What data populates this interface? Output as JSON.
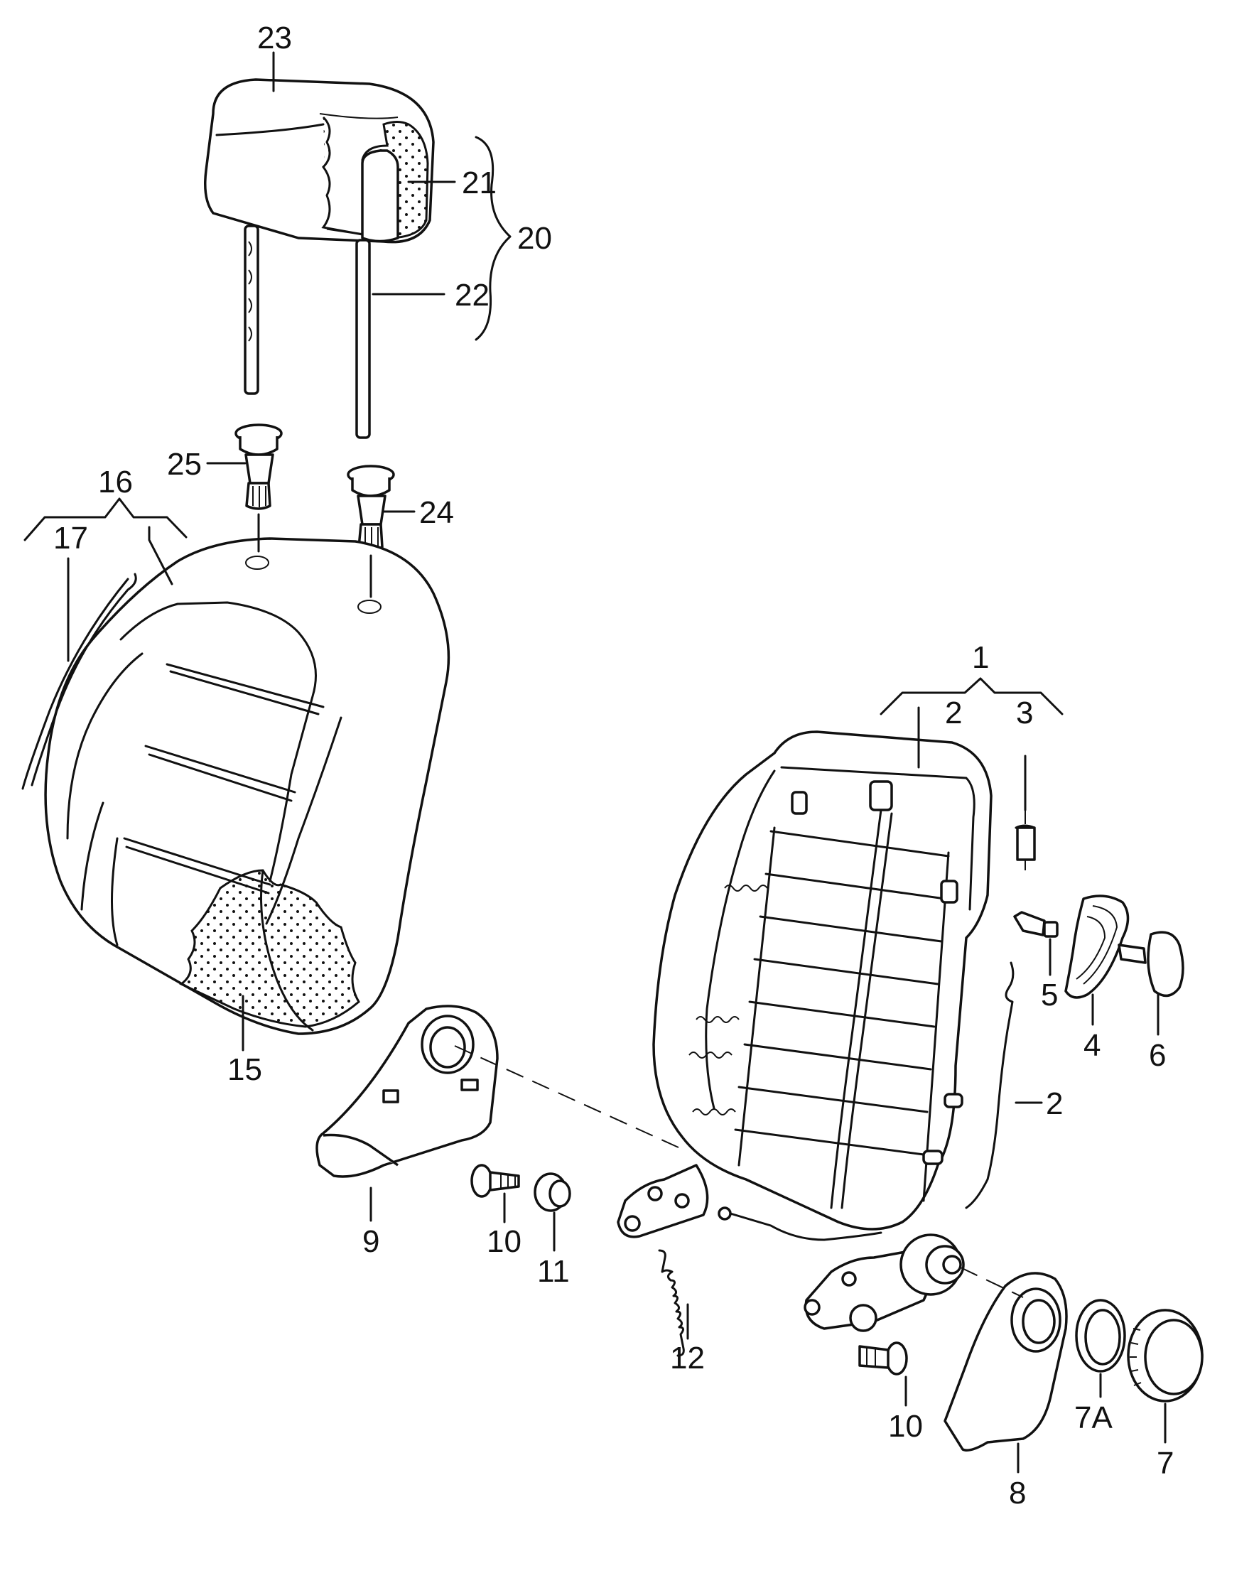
{
  "labels": {
    "l1": "1",
    "l2a": "2",
    "l2b": "2",
    "l3": "3",
    "l4": "4",
    "l5": "5",
    "l6": "6",
    "l7": "7",
    "l7a": "7A",
    "l8": "8",
    "l9": "9",
    "l10a": "10",
    "l10b": "10",
    "l11": "11",
    "l12": "12",
    "l15": "15",
    "l16": "16",
    "l17": "17",
    "l20": "20",
    "l21": "21",
    "l22": "22",
    "l23": "23",
    "l24": "24",
    "l25": "25"
  }
}
